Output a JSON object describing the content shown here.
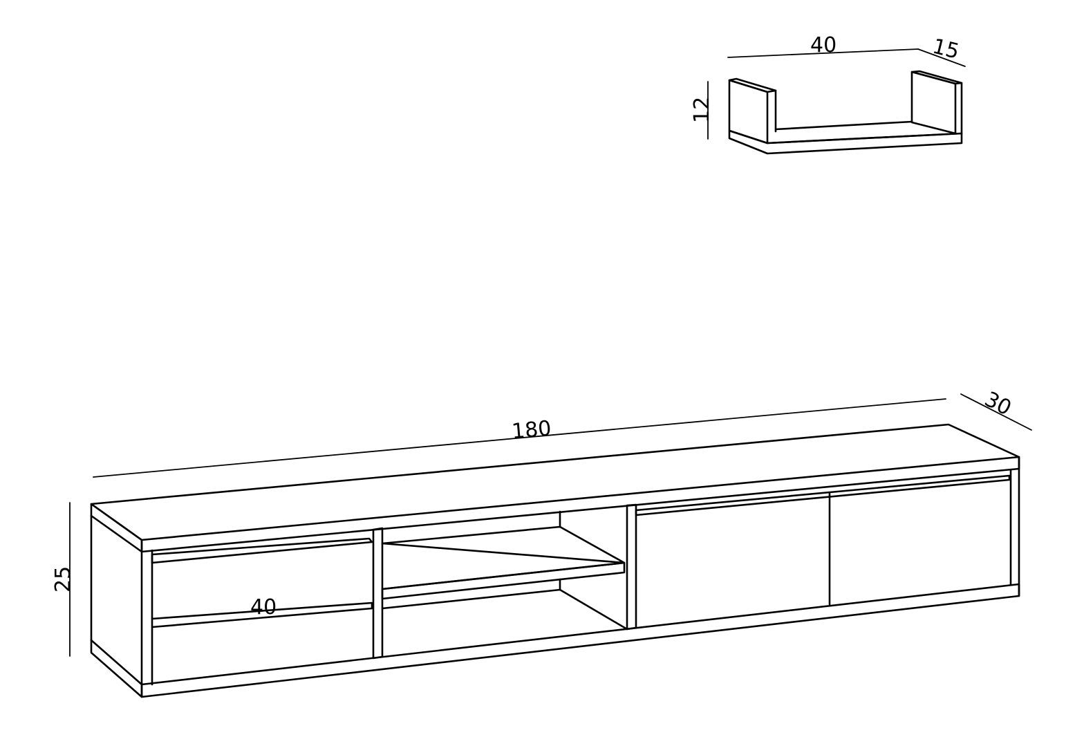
{
  "colors": {
    "stroke": "#000000",
    "background": "#ffffff"
  },
  "shelf": {
    "width_label": "40",
    "depth_label": "15",
    "height_label": "12"
  },
  "tv_unit": {
    "width_label": "180",
    "depth_label": "30",
    "height_label": "25",
    "drawer_width_label": "40"
  }
}
